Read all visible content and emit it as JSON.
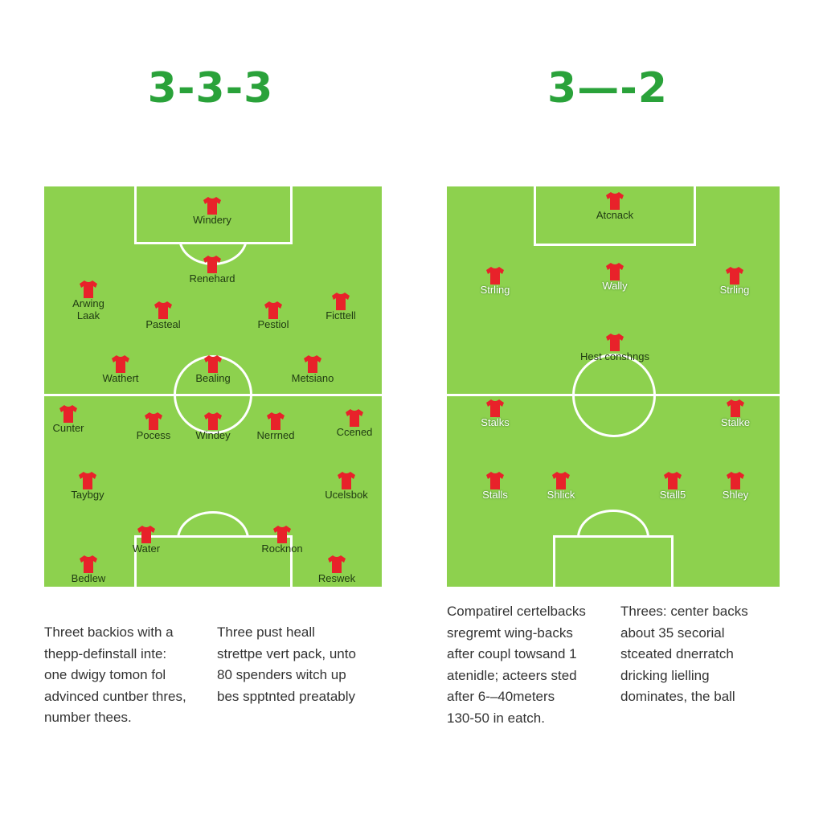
{
  "left": {
    "title": "3-3-3",
    "players": [
      {
        "label": "Windery"
      },
      {
        "label": "Renehard"
      },
      {
        "label": "Arwing\nLaak"
      },
      {
        "label": "Pasteal"
      },
      {
        "label": "Pestiol"
      },
      {
        "label": "Ficttell"
      },
      {
        "label": "Wathert"
      },
      {
        "label": "Bealing"
      },
      {
        "label": "Metsiano"
      },
      {
        "label": "Cunter"
      },
      {
        "label": "Pocess"
      },
      {
        "label": "Windey"
      },
      {
        "label": "Nerrned"
      },
      {
        "label": "Ccened"
      },
      {
        "label": "Taybgy"
      },
      {
        "label": "Ucelsbok"
      },
      {
        "label": "Water"
      },
      {
        "label": "Rocknon"
      },
      {
        "label": "Bedlew"
      },
      {
        "label": "Reswek"
      }
    ],
    "desc1": "Threet backios with a\nthepp-definstall inte:\none dwigy tomon fol\nadvinced cuntber thres,\nnumber thees.",
    "desc2": "Three pust heall\nstrettpe vert pack, unto\n80 spenders witch up\nbes spptnted preatably"
  },
  "right": {
    "title": "3—-2",
    "players": [
      {
        "label": "Atcnack"
      },
      {
        "label": "Strling"
      },
      {
        "label": "Wally"
      },
      {
        "label": "Strling"
      },
      {
        "label": "Hest conshngs"
      },
      {
        "label": "Stalks"
      },
      {
        "label": "Stalke"
      },
      {
        "label": "Stalls"
      },
      {
        "label": "Shlick"
      },
      {
        "label": "Stall5"
      },
      {
        "label": "Shley"
      }
    ],
    "desc1": "Compatirel certelbacks\nsregremt wing-backs\nafter coupl towsand 1\natenidle; acteers sted\nafter 6-–40meters\n130-50 in eatch.",
    "desc2": "Threes: center backs\nabout 35 secorial\nstceated dnerratch\ndricking lielling\ndominates, the ball"
  },
  "colors": {
    "pitch": "#8dd14e",
    "title": "#2aa23a",
    "shirt": "#e8222a"
  }
}
